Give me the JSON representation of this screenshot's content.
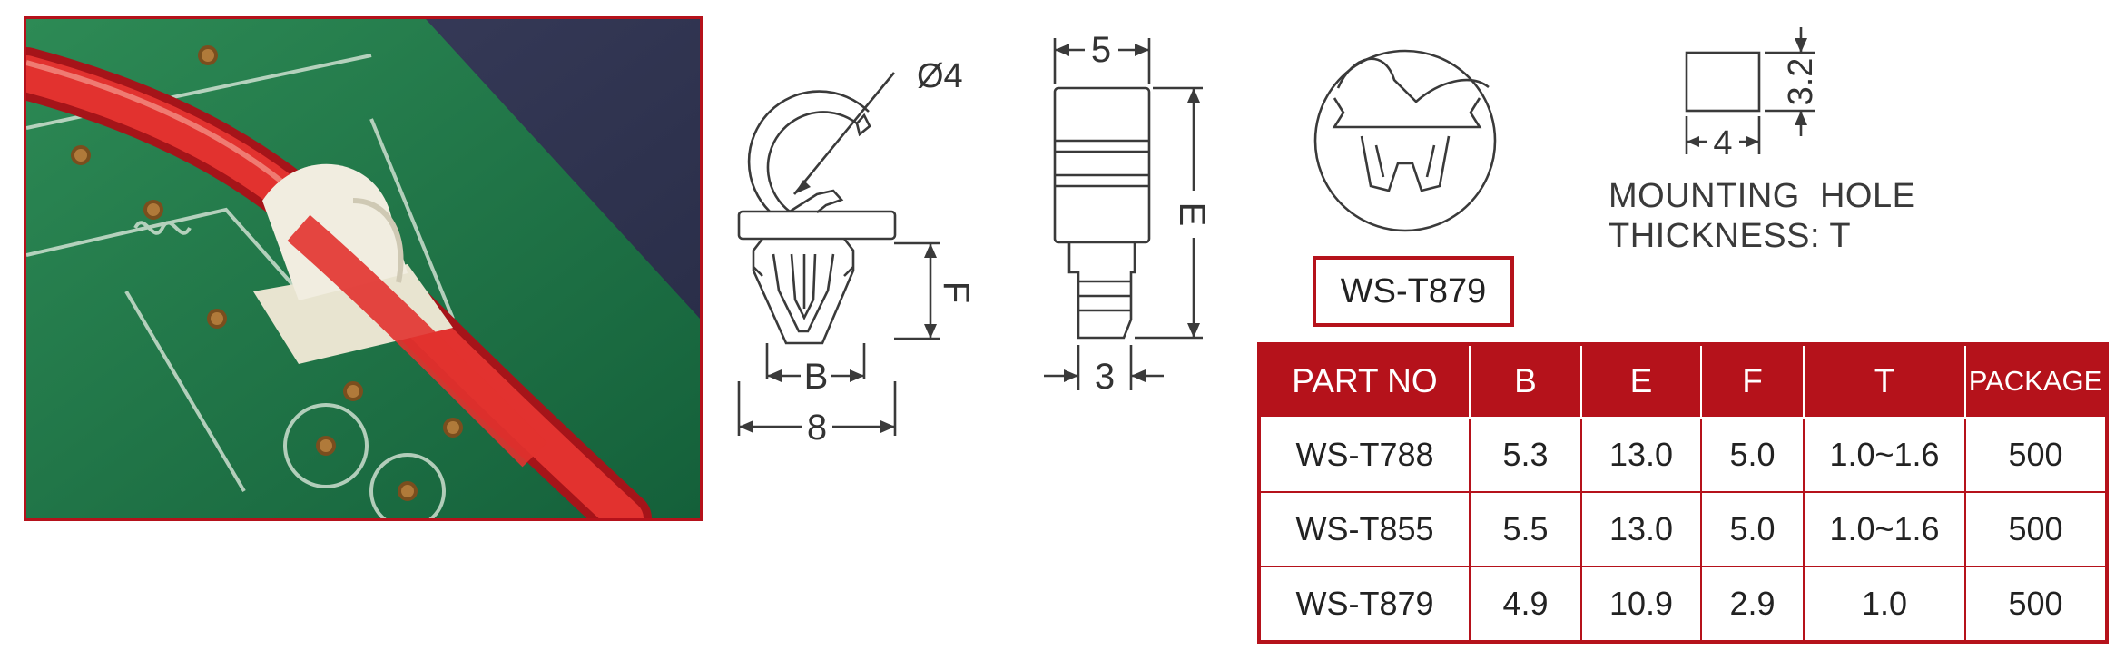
{
  "drawing": {
    "hole_dia": "Ø4",
    "dim_B": "B",
    "dim_8": "8",
    "dim_F": "F",
    "dim_5": "5",
    "dim_E": "E",
    "dim_3": "3",
    "dim_4": "4",
    "dim_32": "3.2"
  },
  "model_label": "WS-T879",
  "mounting_note": {
    "line1": "MOUNTING  HOLE",
    "line2": "THICKNESS: T"
  },
  "table": {
    "headers": [
      "PART NO",
      "B",
      "E",
      "F",
      "T",
      "PACKAGE"
    ],
    "rows": [
      [
        "WS-T788",
        "5.3",
        "13.0",
        "5.0",
        "1.0~1.6",
        "500"
      ],
      [
        "WS-T855",
        "5.5",
        "13.0",
        "5.0",
        "1.0~1.6",
        "500"
      ],
      [
        "WS-T879",
        "4.9",
        "10.9",
        "2.9",
        "1.0",
        "500"
      ]
    ]
  },
  "colors": {
    "accent": "#b5121b",
    "pcb_green": "#1f7a4a",
    "wire_red": "#d9242b"
  }
}
